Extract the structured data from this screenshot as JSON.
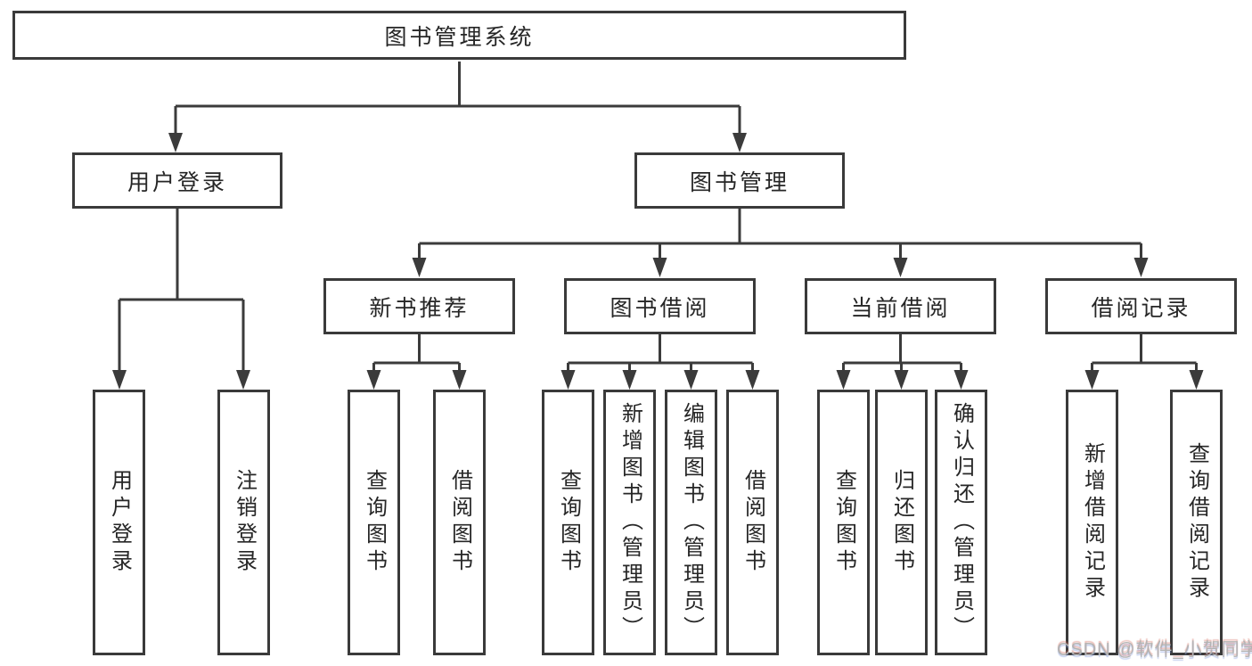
{
  "tree": {
    "label": "图书管理系统",
    "children": [
      {
        "label": "用户登录",
        "children": [
          {
            "label": "用户登录"
          },
          {
            "label": "注销登录"
          }
        ]
      },
      {
        "label": "图书管理",
        "children": [
          {
            "label": "新书推荐",
            "children": [
              {
                "label": "查询图书"
              },
              {
                "label": "借阅图书"
              }
            ]
          },
          {
            "label": "图书借阅",
            "children": [
              {
                "label": "查询图书"
              },
              {
                "label": "新增图书（管理员）"
              },
              {
                "label": "编辑图书（管理员）"
              },
              {
                "label": "借阅图书"
              }
            ]
          },
          {
            "label": "当前借阅",
            "children": [
              {
                "label": "查询图书"
              },
              {
                "label": "归还图书"
              },
              {
                "label": "确认归还（管理员）"
              }
            ]
          },
          {
            "label": "借阅记录",
            "children": [
              {
                "label": "新增借阅记录"
              },
              {
                "label": "查询借阅记录"
              }
            ]
          }
        ]
      }
    ]
  },
  "watermark": "CSDN @软件_小贺同学",
  "colors": {
    "line": "#3b3b3b",
    "box_border": "#3a3a3a",
    "text": "#262626",
    "watermark": "#b3b3b3",
    "background": "#ffffff"
  }
}
